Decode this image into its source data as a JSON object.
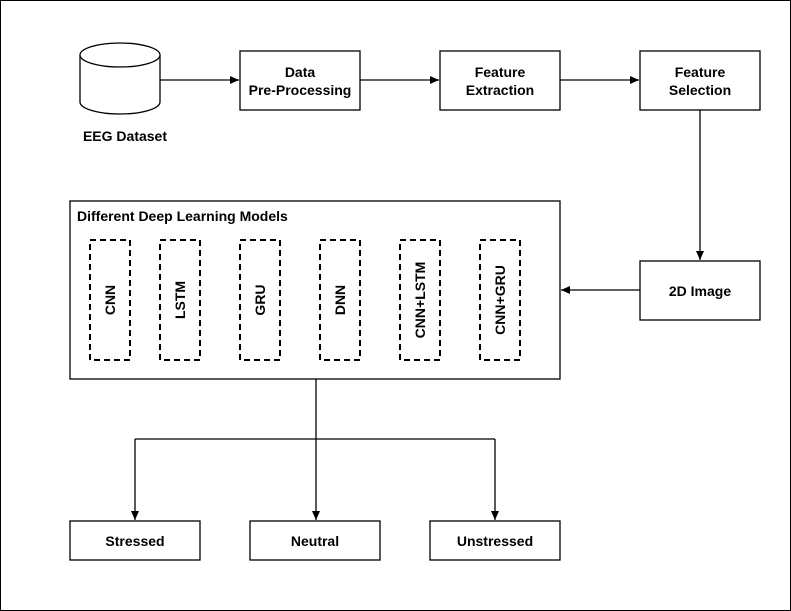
{
  "dataset": {
    "label": "EEG Dataset"
  },
  "pipeline": {
    "preprocess": {
      "line1": "Data",
      "line2": "Pre-Processing"
    },
    "extraction": {
      "line1": "Feature",
      "line2": "Extraction"
    },
    "selection": {
      "line1": "Feature",
      "line2": "Selection"
    },
    "image": {
      "label": "2D Image"
    }
  },
  "models": {
    "title": "Different Deep Learning Models",
    "items": [
      "CNN",
      "LSTM",
      "GRU",
      "DNN",
      "CNN+LSTM",
      "CNN+GRU"
    ]
  },
  "outputs": [
    "Stressed",
    "Neutral",
    "Unstressed"
  ]
}
